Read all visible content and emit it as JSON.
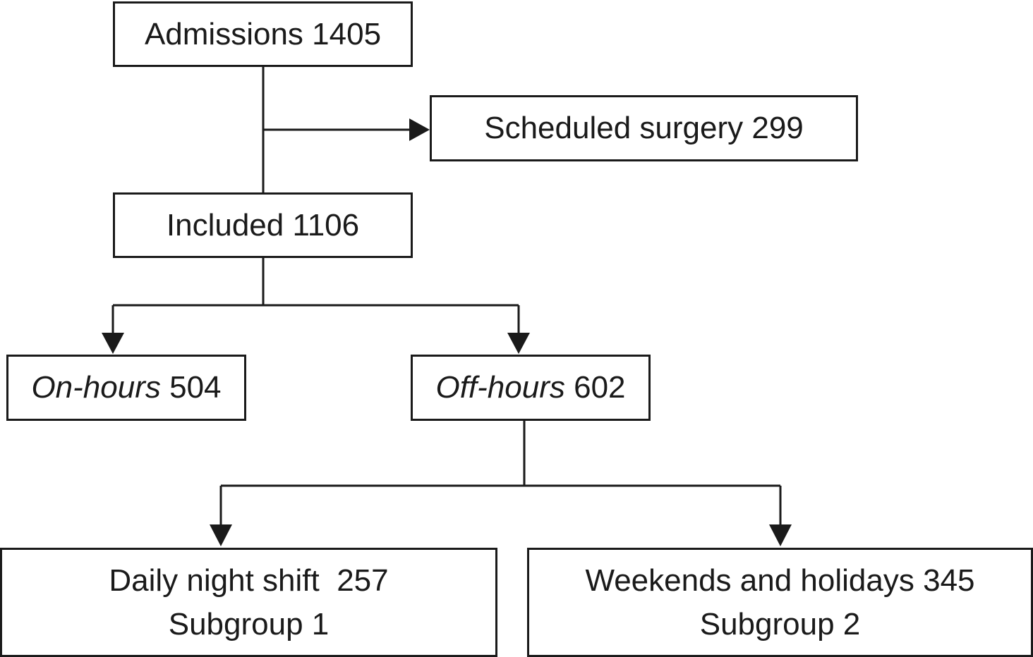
{
  "flowchart": {
    "admissions": {
      "label": "Admissions",
      "count": "1405"
    },
    "scheduled_surgery": {
      "label": "Scheduled surgery",
      "count": "299"
    },
    "included": {
      "label": "Included",
      "count": "1106"
    },
    "on_hours": {
      "label": "On-hours",
      "count": "504"
    },
    "off_hours": {
      "label": "Off-hours",
      "count": "602"
    },
    "daily_night_shift": {
      "label": "Daily night shift",
      "count": "257",
      "subgroup": "Subgroup 1"
    },
    "weekends_holidays": {
      "label": "Weekends and holidays",
      "count": "345",
      "subgroup": "Subgroup 2"
    }
  },
  "colors": {
    "stroke": "#1a1a1a",
    "background": "#ffffff"
  }
}
